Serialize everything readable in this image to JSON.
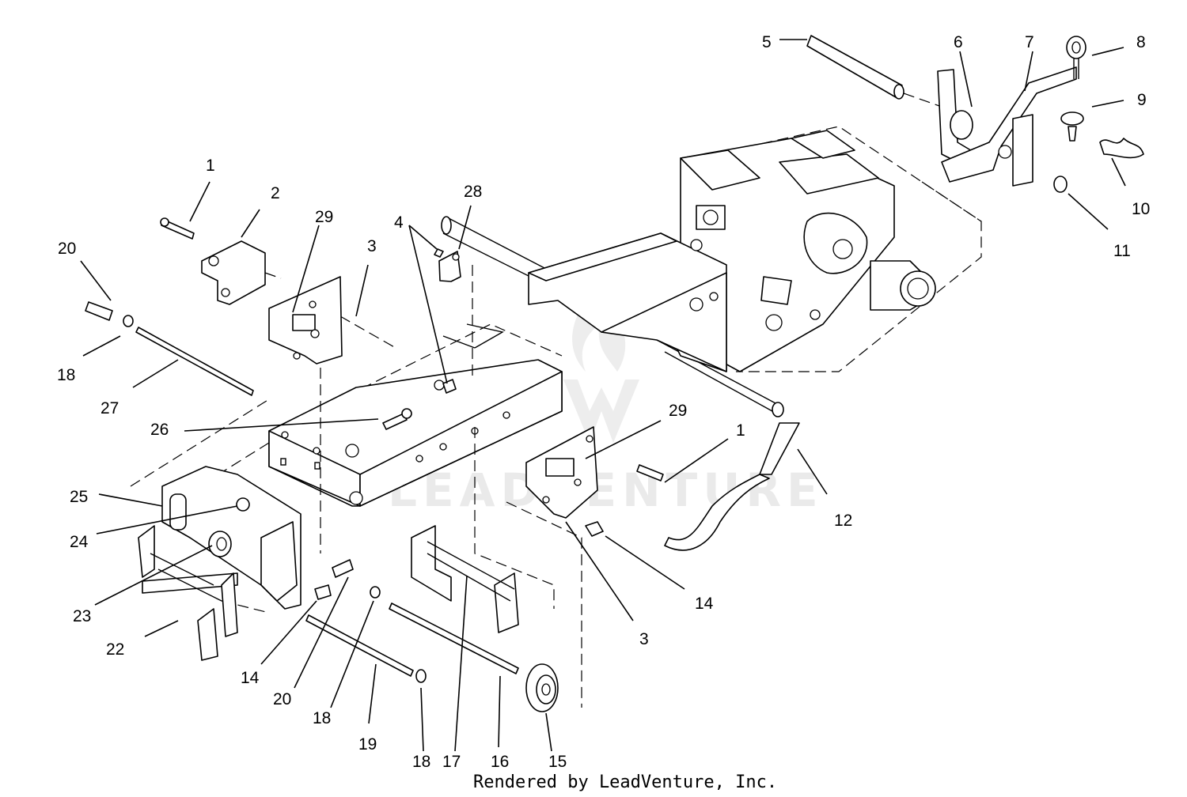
{
  "watermark": {
    "text": "LEADVENTURE",
    "icon": "leadventure-flame-logo"
  },
  "footer": {
    "credit": "Rendered by LeadVenture, Inc."
  },
  "callouts": {
    "c5": "5",
    "c6": "6",
    "c7": "7",
    "c8": "8",
    "c9": "9",
    "c10": "10",
    "c11": "11",
    "c1_top": "1",
    "c2": "2",
    "c29_top": "29",
    "c3_top": "3",
    "c4": "4",
    "c28": "28",
    "c20_top": "20",
    "c18_top": "18",
    "c27": "27",
    "c26": "26",
    "c29_right": "29",
    "c1_right": "1",
    "c12": "12",
    "c25": "25",
    "c24": "24",
    "c23": "23",
    "c22": "22",
    "c14_left": "14",
    "c20_bottom": "20",
    "c18_mid": "18",
    "c19": "19",
    "c18_bottom": "18",
    "c17": "17",
    "c16": "16",
    "c15": "15",
    "c3_bottom": "3",
    "c14_right": "14"
  }
}
